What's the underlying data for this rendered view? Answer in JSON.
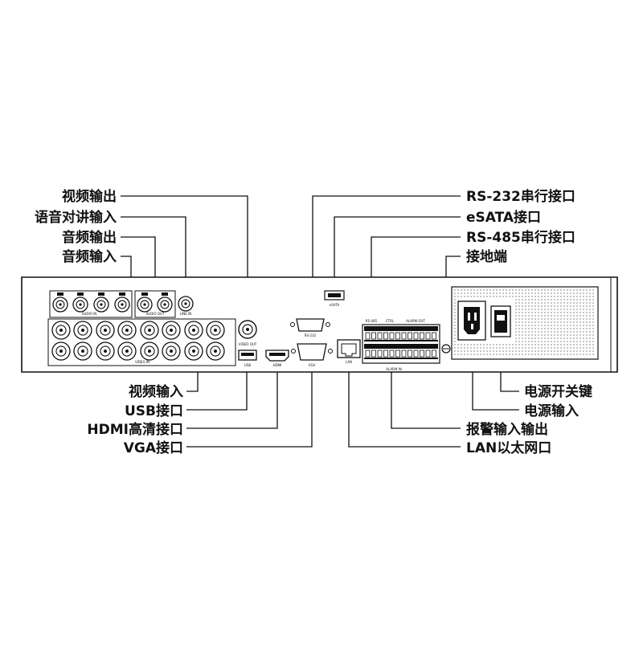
{
  "colors": {
    "ink": "#111111",
    "panel": "#ffffff",
    "grille": "#9a9a9a"
  },
  "callouts_left_top": [
    "视频输出",
    "语音对讲输入",
    "音频输出",
    "音频输入"
  ],
  "callouts_left_bottom": [
    "视频输入",
    "USB接口",
    "HDMI高清接口",
    "VGA接口"
  ],
  "callouts_right_top": [
    "RS-232串行接口",
    "eSATA接口",
    "RS-485串行接口",
    "接地端"
  ],
  "callouts_right_bottom": [
    "电源开关键",
    "电源输入",
    "报警输入输出",
    "LAN以太网口"
  ],
  "panel_labels": {
    "audio_in": "AUDIO IN",
    "audio_out": "AUDIO OUT",
    "line_in": "LINE IN",
    "video_in": "VIDEO IN",
    "video_out": "VIDEO OUT",
    "esata": "eSATA",
    "rs232": "RS-232",
    "usb": "USB",
    "hdmi": "HDMI",
    "vga": "VGA",
    "lan": "LAN",
    "rs485": "RS-485",
    "ctrl": "CTRL",
    "alarm_out": "ALARM OUT",
    "alarm_in": "ALARM IN"
  }
}
